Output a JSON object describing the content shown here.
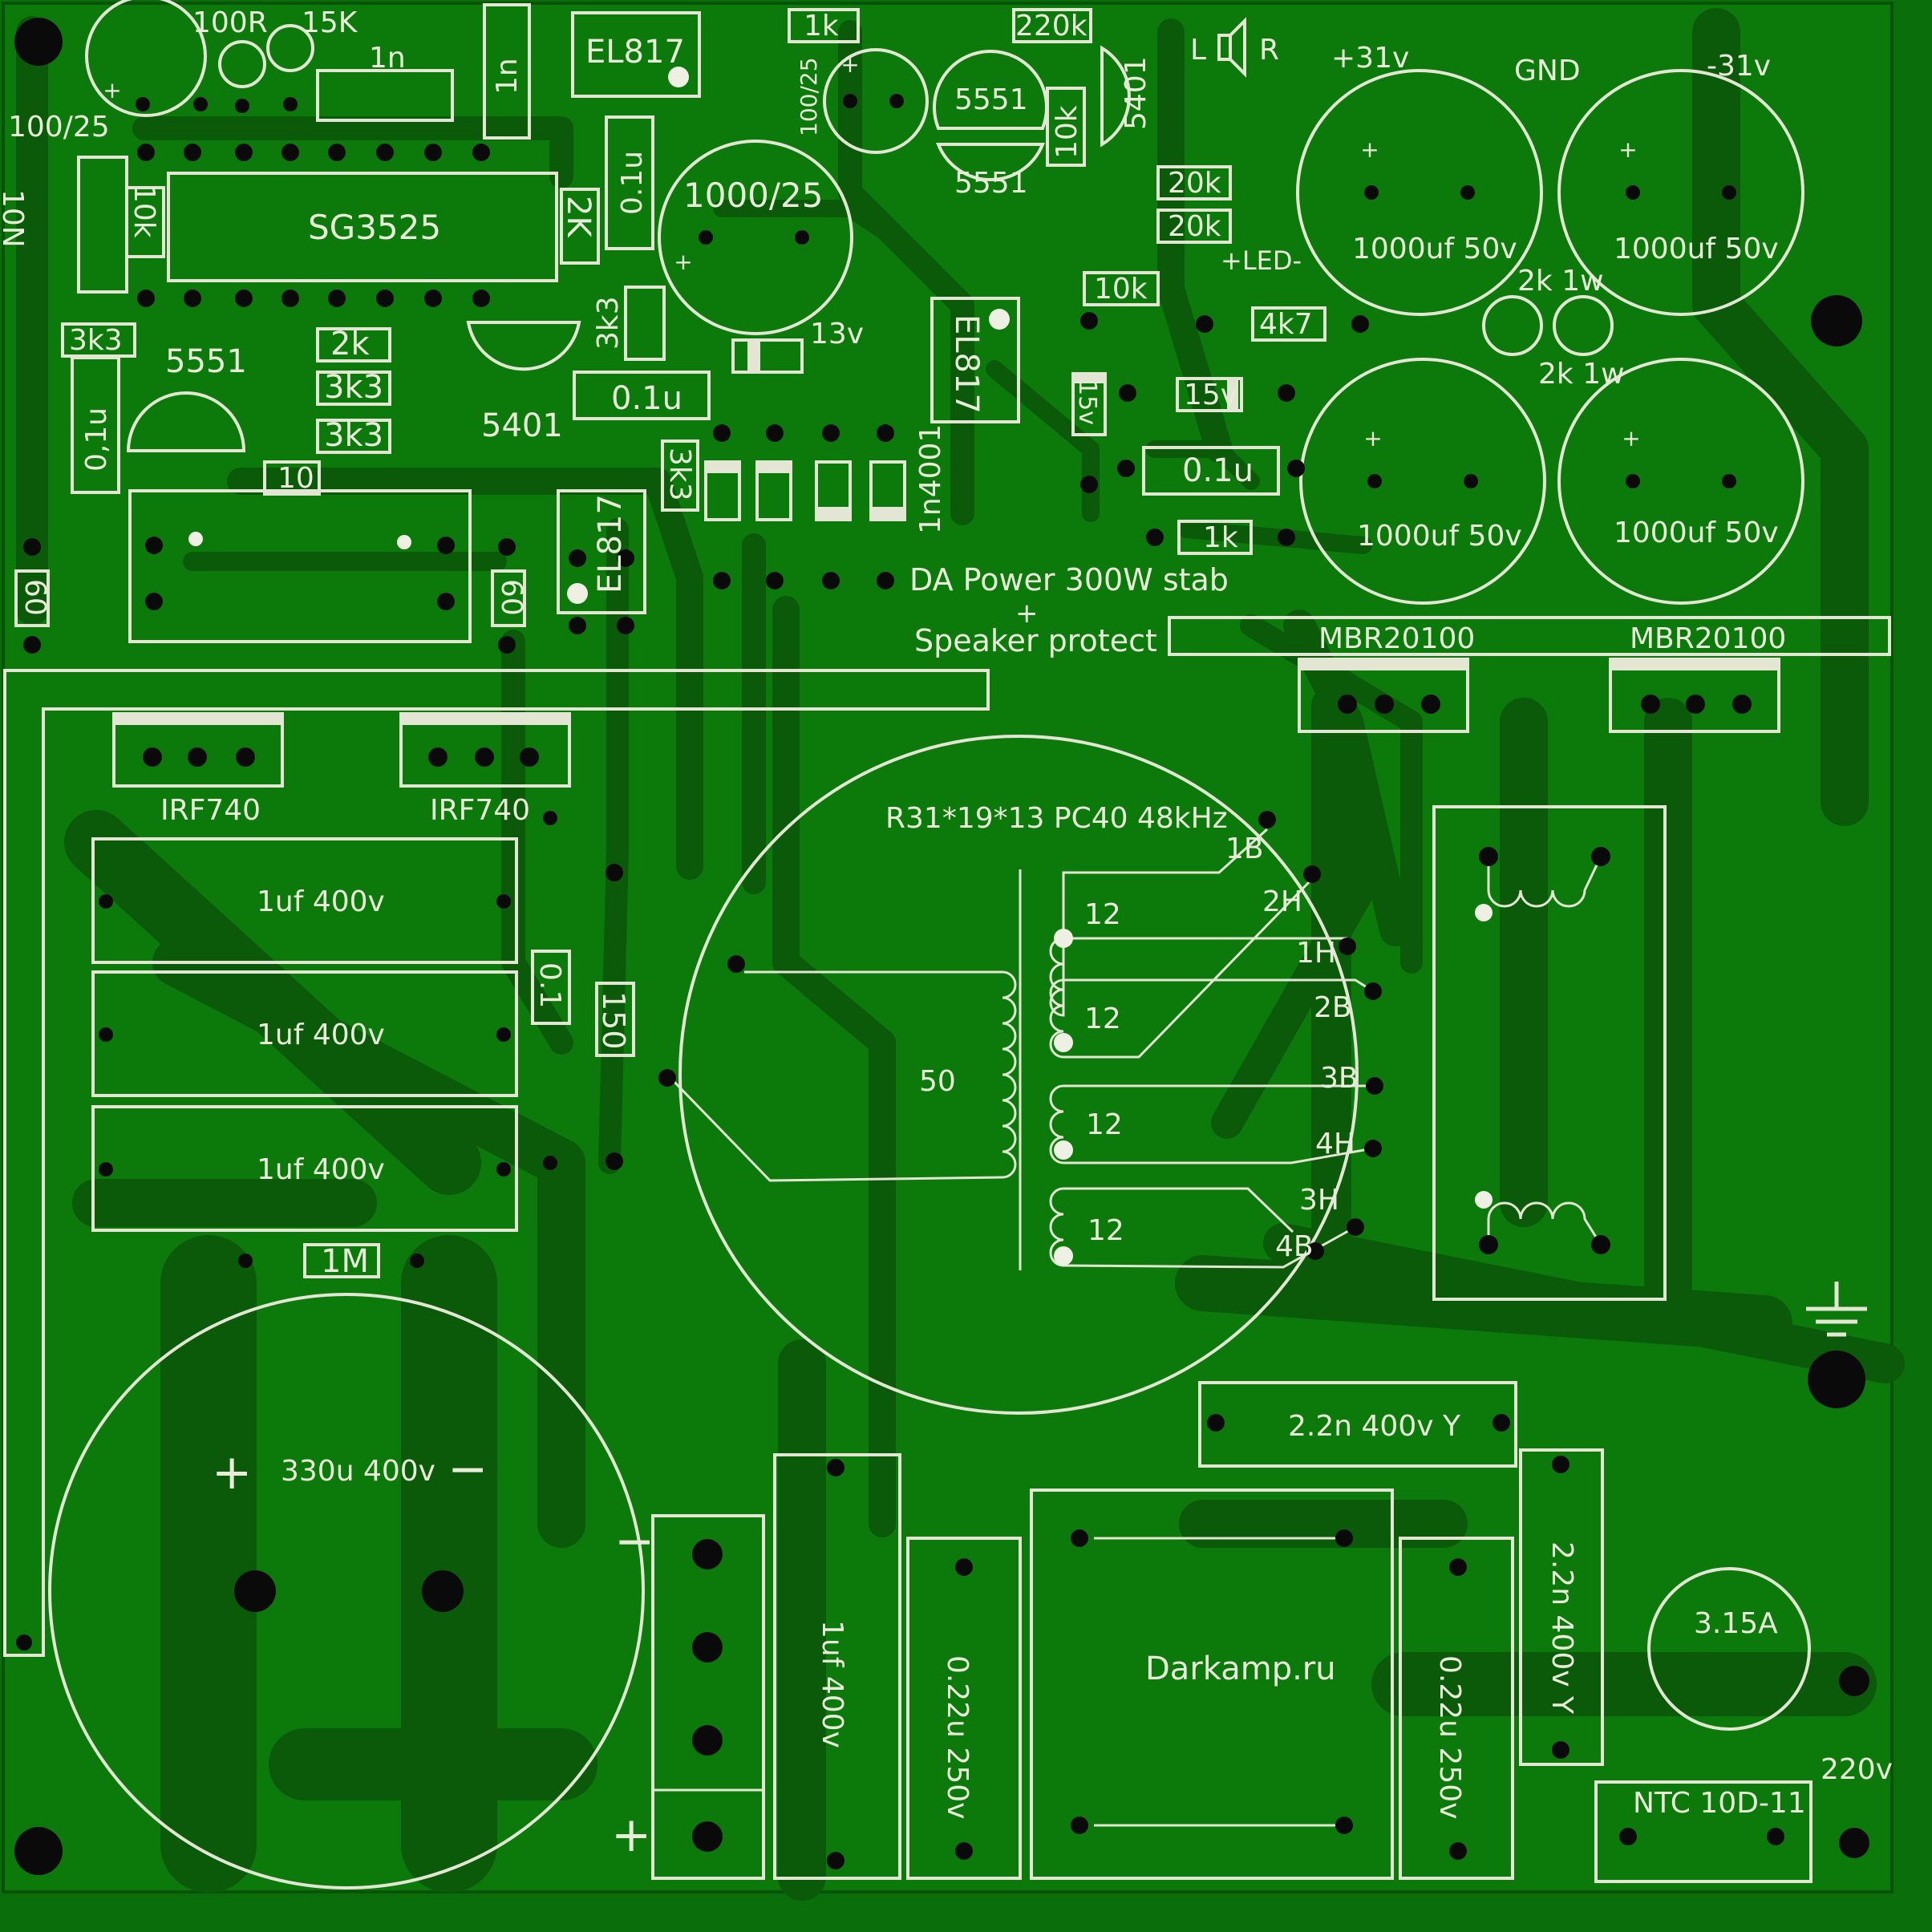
{
  "colors": {
    "board": "#0a6e0a",
    "copper": "#0b7a0b",
    "trace": "#0a5f0a",
    "silkscreen": "#e8ecd8",
    "hole": "#060606"
  },
  "title": {
    "line1": "DA Power 300W stab",
    "line2": "+",
    "line3": "Speaker protect",
    "site": "Darkamp.ru"
  },
  "labels": {
    "c_100_25_top": "100/25",
    "r_100r": "100R",
    "r_15k": "15K",
    "c_1n_a": "1n",
    "c_1n_b": "1n",
    "opto_1": "EL817",
    "r_1k_top": "1k",
    "c_100_25_mid": "100/25",
    "r_220k": "220k",
    "q_5551_a": "5551",
    "q_5551_b": "5551",
    "r_10k_v": "10k",
    "q_5401_a": "5401",
    "spk_l": "L",
    "spk_r": "R",
    "rail_pos": "+31v",
    "rail_gnd": "GND",
    "rail_neg": "-31v",
    "c_10n": "10N",
    "r_10k_left": "10k",
    "ic_sg3525": "SG3525",
    "r_2k_v": "2K",
    "c_01u_v": "0.1u",
    "c_1000_25": "1000/25",
    "r_20k_a": "20k",
    "r_20k_b": "20k",
    "led_label": "+LED-",
    "cap_1000uf_1": "1000uf 50v",
    "cap_1000uf_2": "1000uf 50v",
    "cap_1000uf_3": "1000uf 50v",
    "cap_1000uf_4": "1000uf 50v",
    "r_3k3_a": "3k3",
    "r_2k": "2k",
    "r_3k3_b": "3k3",
    "r_3k3_c": "3k3",
    "q_5551_c": "5551",
    "r_3k3_v": "3k3",
    "zener_13v": "13v",
    "r_10k_mid": "10k",
    "opto_2": "EL817",
    "r_4k7": "4k7",
    "r_2k1w_a": "2k 1w",
    "r_2k1w_b": "2k 1w",
    "c_01u_left": "0,1u",
    "q_5401_b": "5401",
    "c_01u_mid": "0.1u",
    "zener_15v_h": "15v",
    "zener_15v_v": "15v",
    "c_01u_right": "0.1u",
    "r_10": "10",
    "r_3k3_v2": "3k3",
    "diodes": "1n4001",
    "r_1k_mid": "1k",
    "opto_3": "EL817",
    "r_60_a": "60",
    "r_60_b": "60",
    "mbr_1": "MBR20100",
    "mbr_2": "MBR20100",
    "irf_1": "IRF740",
    "irf_2": "IRF740",
    "transformer": "R31*19*13 PC40 48kHz",
    "pin_1b": "1B",
    "pin_2h": "2H",
    "pin_1h": "1H",
    "pin_2b": "2B",
    "pin_3b": "3B",
    "pin_4h": "4H",
    "pin_3h": "3H",
    "pin_4b": "4B",
    "winding_1": "12",
    "winding_2": "12",
    "winding_3": "12",
    "winding_4": "12",
    "winding_primary": "50",
    "c_1uf_400_1": "1uf 400v",
    "c_1uf_400_2": "1uf 400v",
    "c_1uf_400_3": "1uf 400v",
    "r_0_1": "0.1",
    "r_150": "150",
    "r_1m": "1M",
    "c_330u": "330u 400v",
    "polarity_plus": "+",
    "polarity_minus": "−",
    "bridge_minus": "−",
    "bridge_plus": "+",
    "c_22n_a": "2.2n 400v Y",
    "c_22n_b": "2.2n 400v Y",
    "c_1uf_400_v": "1uf 400v",
    "c_022u_a": "0.22u 250v",
    "c_022u_b": "0.22u 250v",
    "fuse": "3.15A",
    "mains": "220v",
    "ntc": "NTC 10D-11"
  }
}
